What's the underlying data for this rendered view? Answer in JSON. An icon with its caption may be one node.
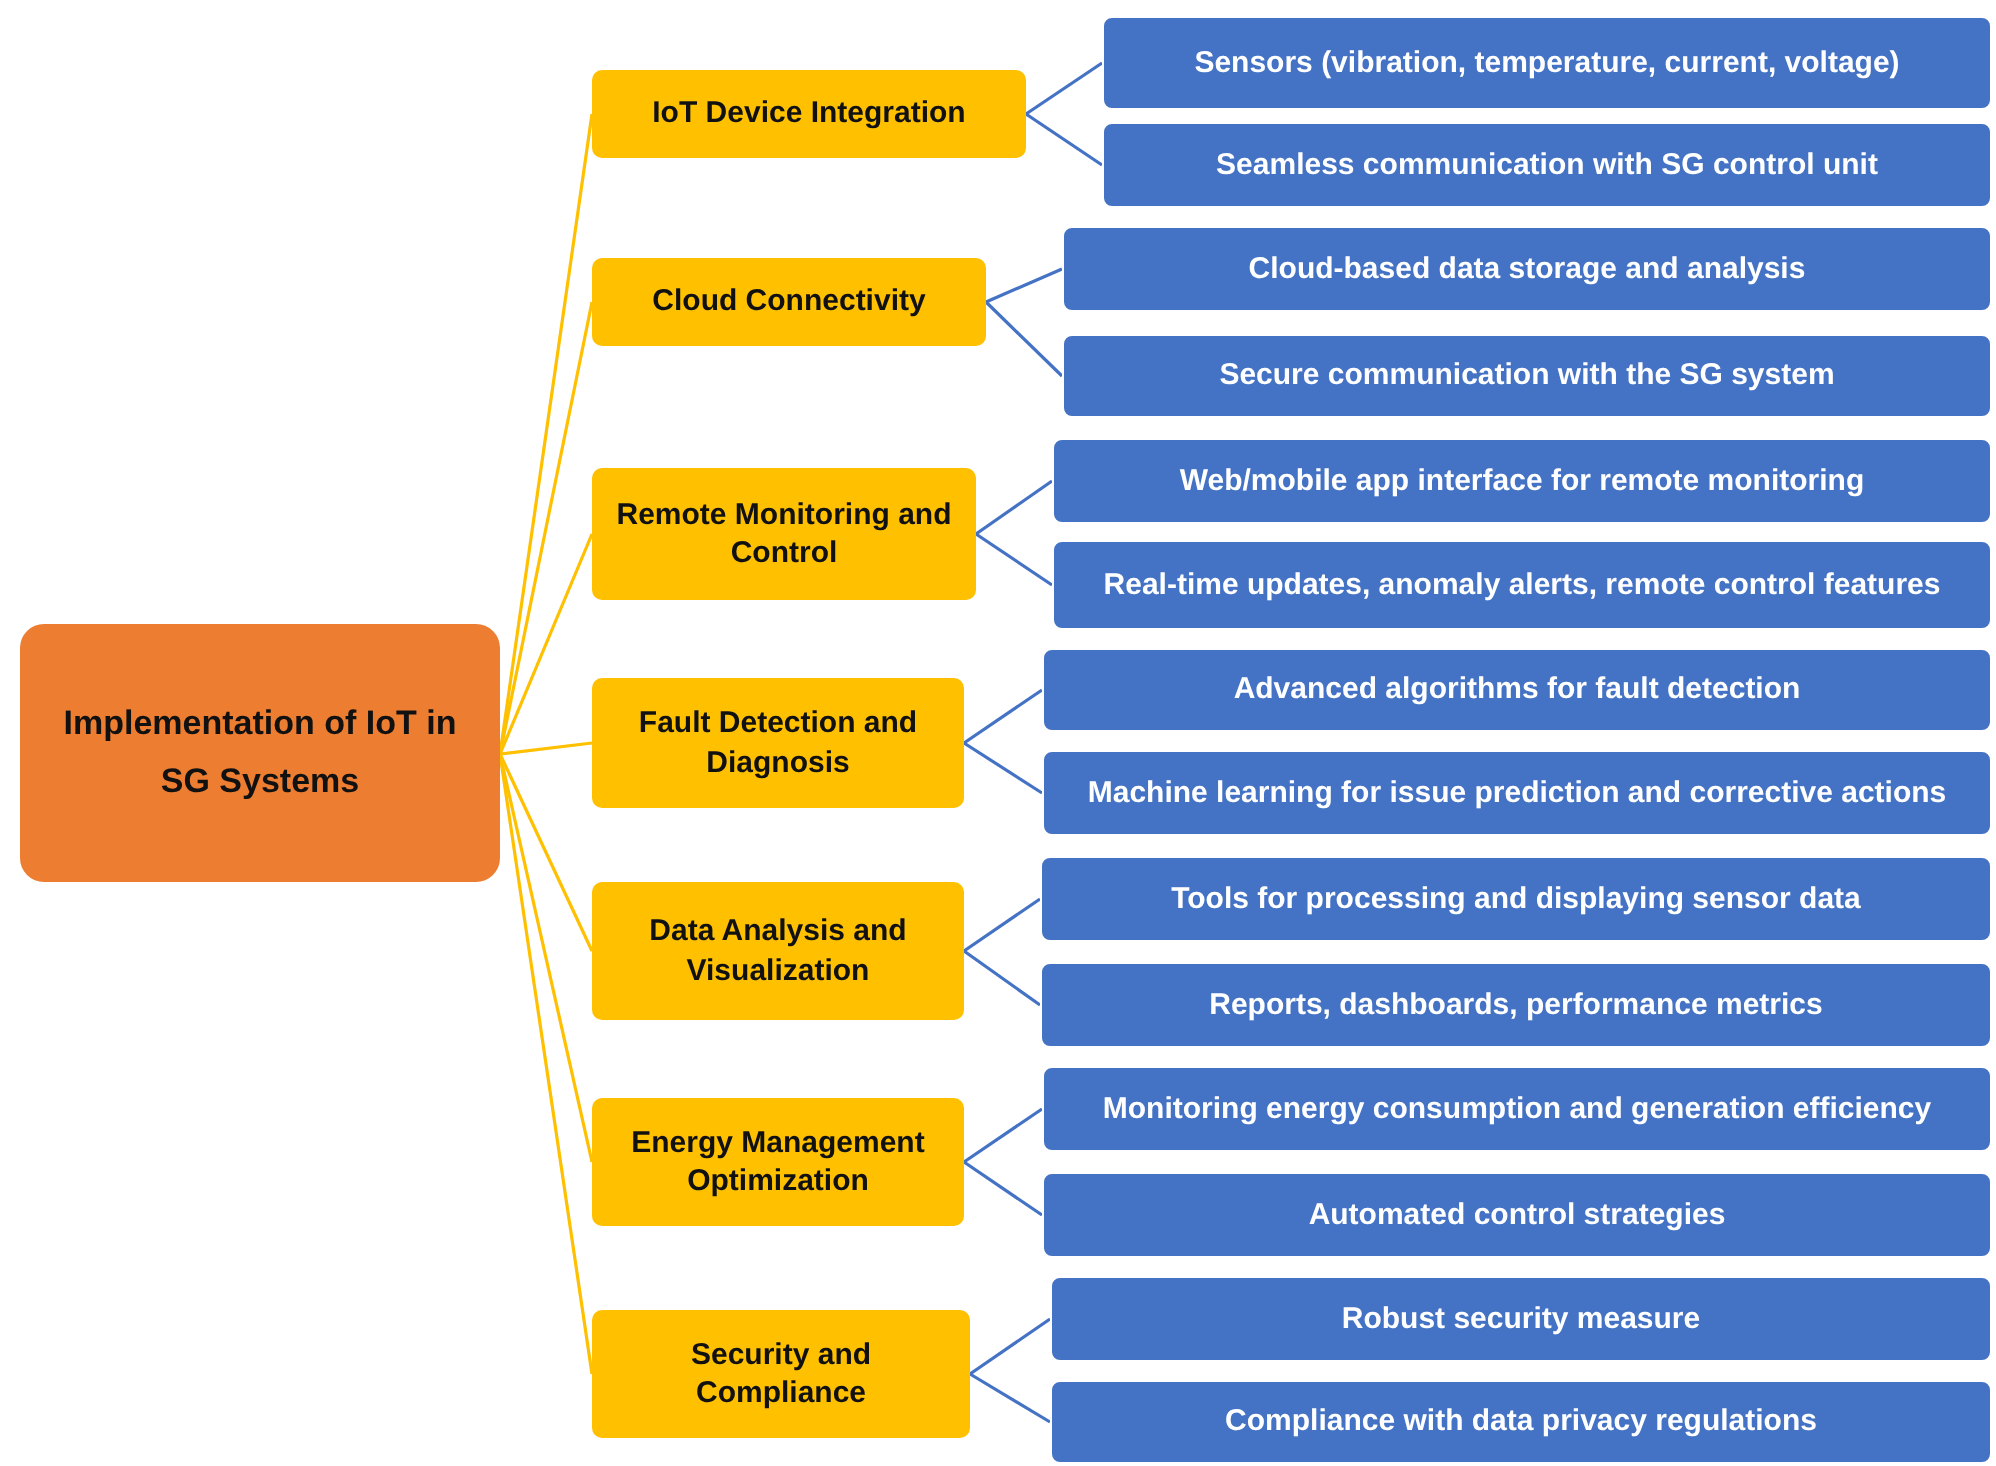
{
  "diagram": {
    "nodes": [
      {
        "text": [
          "Implementation of IoT in SG Systems"
        ]
      },
      {
        "text": [
          "IoT Device Integration"
        ]
      },
      {
        "text": [
          "Sensors (vibration, temperature, current, voltage)"
        ]
      },
      {
        "text": [
          "Seamless communication with SG control unit"
        ]
      },
      {
        "text": [
          "Cloud Connectivity"
        ]
      },
      {
        "text": [
          "Cloud-based data storage and analysis"
        ]
      },
      {
        "text": [
          "Secure communication with the SG system"
        ]
      },
      {
        "text": [
          "Remote Monitoring and Control"
        ]
      },
      {
        "text": [
          "Web/mobile app interface for remote monitoring"
        ]
      },
      {
        "text": [
          "Real-time updates, anomaly alerts, remote control features"
        ]
      },
      {
        "text": [
          "Fault Detection and Diagnosis"
        ]
      },
      {
        "text": [
          "Advanced algorithms for fault detection"
        ]
      },
      {
        "text": [
          "Machine learning for issue prediction and corrective actions"
        ]
      },
      {
        "text": [
          "Data Analysis and Visualization"
        ]
      },
      {
        "text": [
          "Tools for processing and displaying sensor data"
        ]
      },
      {
        "text": [
          "Reports, dashboards, performance metrics"
        ]
      },
      {
        "text": [
          "Energy Management Optimization"
        ]
      },
      {
        "text": [
          "Monitoring energy consumption and generation efficiency"
        ]
      },
      {
        "text": [
          "Automated control strategies"
        ]
      },
      {
        "text": [
          "Security and Compliance"
        ]
      },
      {
        "text": [
          "Robust security measure"
        ]
      },
      {
        "text": [
          "Compliance with data privacy regulations"
        ]
      }
    ],
    "edges": [
      {
        "from": 0,
        "to": 1,
        "arrow": "none",
        "color": "#ffc000"
      },
      {
        "from": 0,
        "to": 4,
        "arrow": "none",
        "color": "#ffc000"
      },
      {
        "from": 0,
        "to": 7,
        "arrow": "none",
        "color": "#ffc000"
      },
      {
        "from": 0,
        "to": 10,
        "arrow": "none",
        "color": "#ffc000"
      },
      {
        "from": 0,
        "to": 13,
        "arrow": "none",
        "color": "#ffc000"
      },
      {
        "from": 0,
        "to": 16,
        "arrow": "none",
        "color": "#ffc000"
      },
      {
        "from": 0,
        "to": 19,
        "arrow": "none",
        "color": "#ffc000"
      },
      {
        "from": 1,
        "to": 2,
        "arrow": "none"
      },
      {
        "from": 1,
        "to": 3,
        "arrow": "none"
      },
      {
        "from": 4,
        "to": 5,
        "arrow": "none"
      },
      {
        "from": 4,
        "to": 6,
        "arrow": "none"
      },
      {
        "from": 7,
        "to": 8,
        "arrow": "none"
      },
      {
        "from": 7,
        "to": 9,
        "arrow": "none"
      },
      {
        "from": 10,
        "to": 11,
        "arrow": "none"
      },
      {
        "from": 10,
        "to": 12,
        "arrow": "none"
      },
      {
        "from": 13,
        "to": 14,
        "arrow": "none"
      },
      {
        "from": 13,
        "to": 15,
        "arrow": "none"
      },
      {
        "from": 16,
        "to": 17,
        "arrow": "none"
      },
      {
        "from": 16,
        "to": 18,
        "arrow": "none"
      },
      {
        "from": 19,
        "to": 20,
        "arrow": "none"
      },
      {
        "from": 19,
        "to": 21,
        "arrow": "none"
      }
    ]
  }
}
